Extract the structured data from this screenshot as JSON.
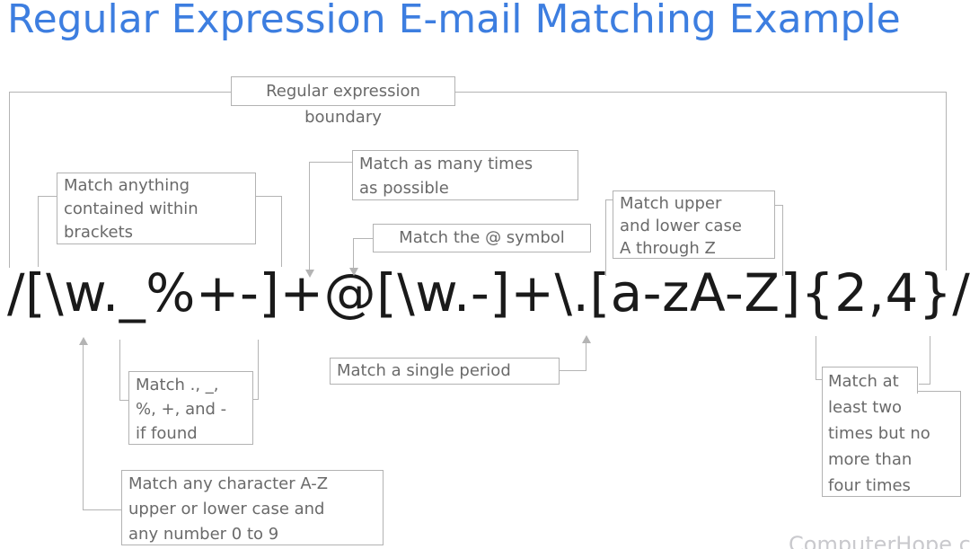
{
  "title": "Regular Expression E-mail Matching Example",
  "regex": "/[\\w._%+-]+@[\\w.-]+\\.[a-zA-Z]{2,4}/",
  "watermark": "ComputerHope.com",
  "colors": {
    "title": "#3d7ee0",
    "regex": "#1a1a1a",
    "line": "#b4b4b4",
    "border": "#b2b2b2",
    "text": "#6a6a6a",
    "watermark": "#c9c9cd"
  },
  "callouts": {
    "boundary": {
      "lines": [
        "Regular expression boundary"
      ]
    },
    "bracket_contents": {
      "lines": [
        "Match anything",
        "contained within",
        "brackets"
      ]
    },
    "greedy": {
      "lines": [
        "Match as many times",
        "as possible"
      ]
    },
    "at_symbol": {
      "lines": [
        "Match the @ symbol"
      ]
    },
    "letter_range": {
      "lines": [
        "Match upper",
        "and lower case",
        "A through Z"
      ]
    },
    "special_chars": {
      "lines": [
        "Match ., _,",
        "%, +, and -",
        "if found"
      ]
    },
    "single_period": {
      "lines": [
        "Match a single period"
      ]
    },
    "any_char": {
      "lines": [
        "Match any character A-Z",
        "upper or lower case and",
        "any number 0 to 9"
      ]
    },
    "quantifier": {
      "lines": [
        "Match at",
        "least two",
        "times but no",
        "more than",
        "four times"
      ]
    }
  }
}
